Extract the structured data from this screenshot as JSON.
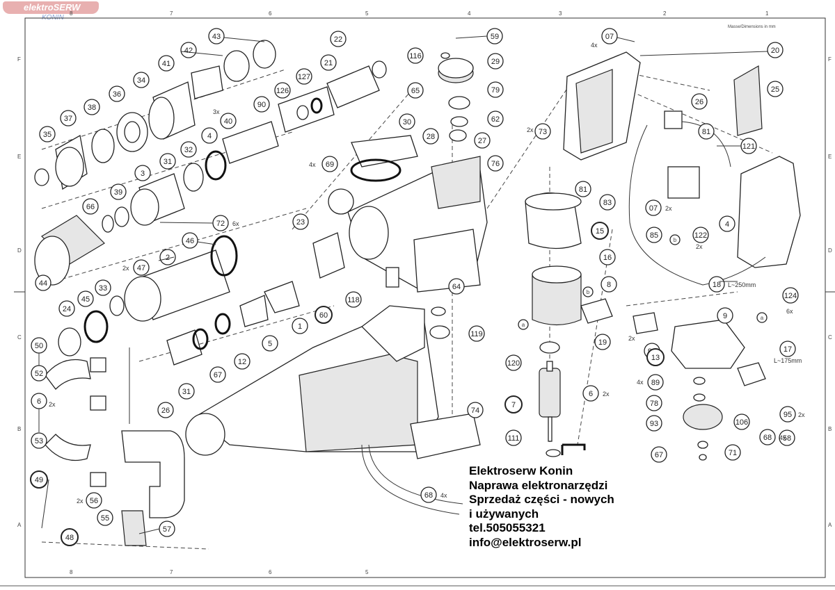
{
  "logo": {
    "name": "elektroSERW",
    "sub": "KONIN"
  },
  "sheet": {
    "col_labels": [
      "8",
      "7",
      "6",
      "5",
      "4",
      "3",
      "2",
      "1"
    ],
    "row_labels": [
      "F",
      "E",
      "D",
      "C",
      "B",
      "A"
    ],
    "note": "Masse/Dimensions in mm"
  },
  "callouts": {
    "c07a": "07",
    "c20": "20",
    "c59": "59",
    "c22": "22",
    "c43": "43",
    "c42": "42",
    "c116": "116",
    "c29": "29",
    "c41": "41",
    "c34": "34",
    "c21": "21",
    "c127": "127",
    "c126": "126",
    "c90": "90",
    "c25": "25",
    "c65": "65",
    "c79": "79",
    "c26": "26",
    "c36": "36",
    "c37": "37",
    "c38": "38",
    "c40": "40",
    "c62": "62",
    "c30": "30",
    "c28": "28",
    "c81a": "81",
    "c73": "73",
    "c35": "35",
    "c121": "121",
    "c4a": "4",
    "c27": "27",
    "c32": "32",
    "c31a": "31",
    "c69a": "69",
    "c76": "76",
    "c3": "3",
    "c81b": "81",
    "c83": "83",
    "c07b": "07",
    "c39": "39",
    "c66": "66",
    "c85": "85",
    "c122": "122",
    "c4b": "4",
    "c72": "72",
    "c15": "15",
    "c23": "23",
    "c16": "16",
    "c46": "46",
    "c44": "44",
    "c2": "2",
    "c47": "47",
    "cb1": "b",
    "c8": "8",
    "c18": "18",
    "c124": "124",
    "c33": "33",
    "c118": "118",
    "c64": "64",
    "cb2": "b",
    "c24": "24",
    "c45": "45",
    "c60": "60",
    "c1": "1",
    "c19": "19",
    "c9": "9",
    "ca1": "a",
    "ca2": "a",
    "c119": "119",
    "c50": "50",
    "c5": "5",
    "c94": "94",
    "c17": "17",
    "c12": "12",
    "c67a": "67",
    "c120": "120",
    "c13": "13",
    "c52": "52",
    "c31b": "31",
    "c6a": "6",
    "c89": "89",
    "c6b": "6",
    "c78": "78",
    "c7": "7",
    "c95": "95",
    "c26b": "26",
    "c93": "93",
    "c106": "106",
    "c58": "58",
    "c74": "74",
    "c53": "53",
    "c68a": "68",
    "c111": "111",
    "c67b": "67",
    "c71": "71",
    "c49": "49",
    "c68b": "68",
    "c56": "56",
    "c55": "55",
    "c48": "48",
    "c57": "57"
  },
  "qty": {
    "q72": "6x",
    "q40": "3x",
    "q07": "4x",
    "q73": "2x",
    "q69": "4x",
    "q47": "2x",
    "q07b": "2x",
    "q122": "2x",
    "q6a": "2x",
    "q124": "6x",
    "q94": "2x",
    "q89": "4x",
    "q95": "2x",
    "q68a": "4x",
    "q68b": "4x",
    "q56": "2x",
    "q6b": "2x"
  },
  "dims": {
    "d18": "L~250mm",
    "d17": "L~175mm"
  },
  "shop": {
    "line1": "Elektroserw Konin",
    "line2": "Naprawa elektronarzędzi",
    "line3": "Sprzedaż części - nowych",
    "line4": "i używanych",
    "line5": "tel.505055321",
    "line6": "info@elektroserw.pl"
  }
}
